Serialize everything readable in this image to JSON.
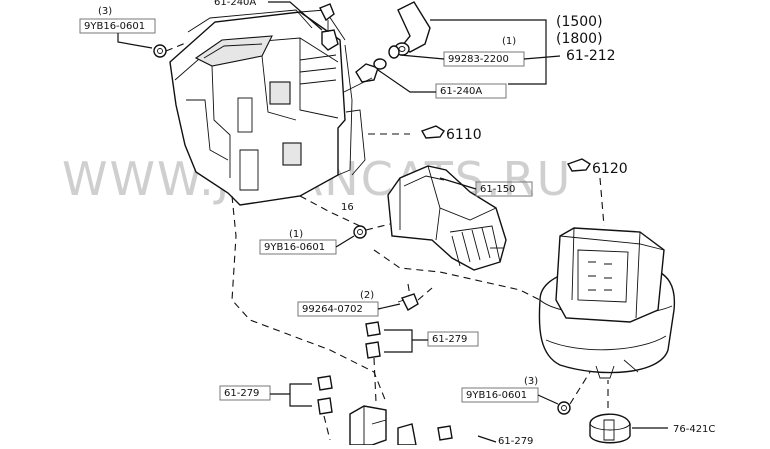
{
  "watermark": "WWW.JAPANCATS.RU",
  "callouts": {
    "qty_3_top": "(3)",
    "code_9yb16_top": "9YB16-0601",
    "code_61_240a_top": "61-240A",
    "code_61_240a_mid": "61-240A",
    "qty_1_hose": "(1)",
    "code_99283": "99283-2200",
    "code_61_212": "61-212",
    "engine_1500": "(1500)",
    "engine_1800": "(1800)",
    "ref_6110": "6110",
    "ref_6120": "6120",
    "code_61_150": "61-150",
    "qty_1_left": "(1)",
    "code_9yb16_left": "9YB16-0601",
    "code_16_partial": "16",
    "qty_2": "(2)",
    "code_99264": "99264-0702",
    "code_61_279_a": "61-279",
    "code_61_279_b": "61-279",
    "code_61_279_c": "61-279",
    "qty_3_right": "(3)",
    "code_9yb16_right": "9YB16-0601",
    "code_76_421c": "76-421C"
  },
  "icons": [
    "pointing-hand-icon"
  ]
}
